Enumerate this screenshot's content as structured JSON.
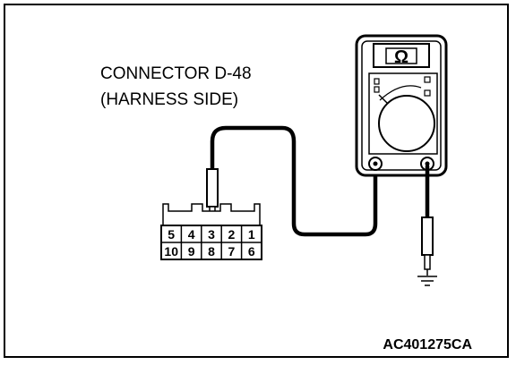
{
  "connector": {
    "title_line1": "CONNECTOR D-48",
    "title_line2": "(HARNESS SIDE)",
    "pins_top": [
      "5",
      "4",
      "3",
      "2",
      "1"
    ],
    "pins_bottom": [
      "10",
      "9",
      "8",
      "7",
      "6"
    ]
  },
  "meter": {
    "symbol": "Ω"
  },
  "figure_code": "AC401275CA"
}
